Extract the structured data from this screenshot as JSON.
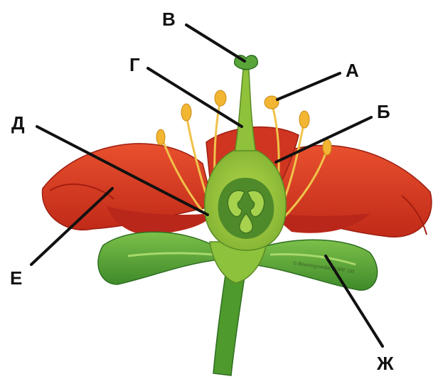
{
  "labels": {
    "a": "А",
    "b": "Б",
    "v": "В",
    "g": "Г",
    "d": "Д",
    "e": "Е",
    "zh": "Ж"
  },
  "watermark": "© Blueringmedia/123RF Ltd",
  "colors": {
    "petal": "#d83a24",
    "petal_dark": "#a81c12",
    "sepal": "#5aa53a",
    "sepal_dark": "#2f6e22",
    "pistil": "#8fc23a",
    "ovary_inner": "#4f8a2a",
    "anther": "#f2b632",
    "filament": "#f4c85a",
    "line": "#111111"
  }
}
